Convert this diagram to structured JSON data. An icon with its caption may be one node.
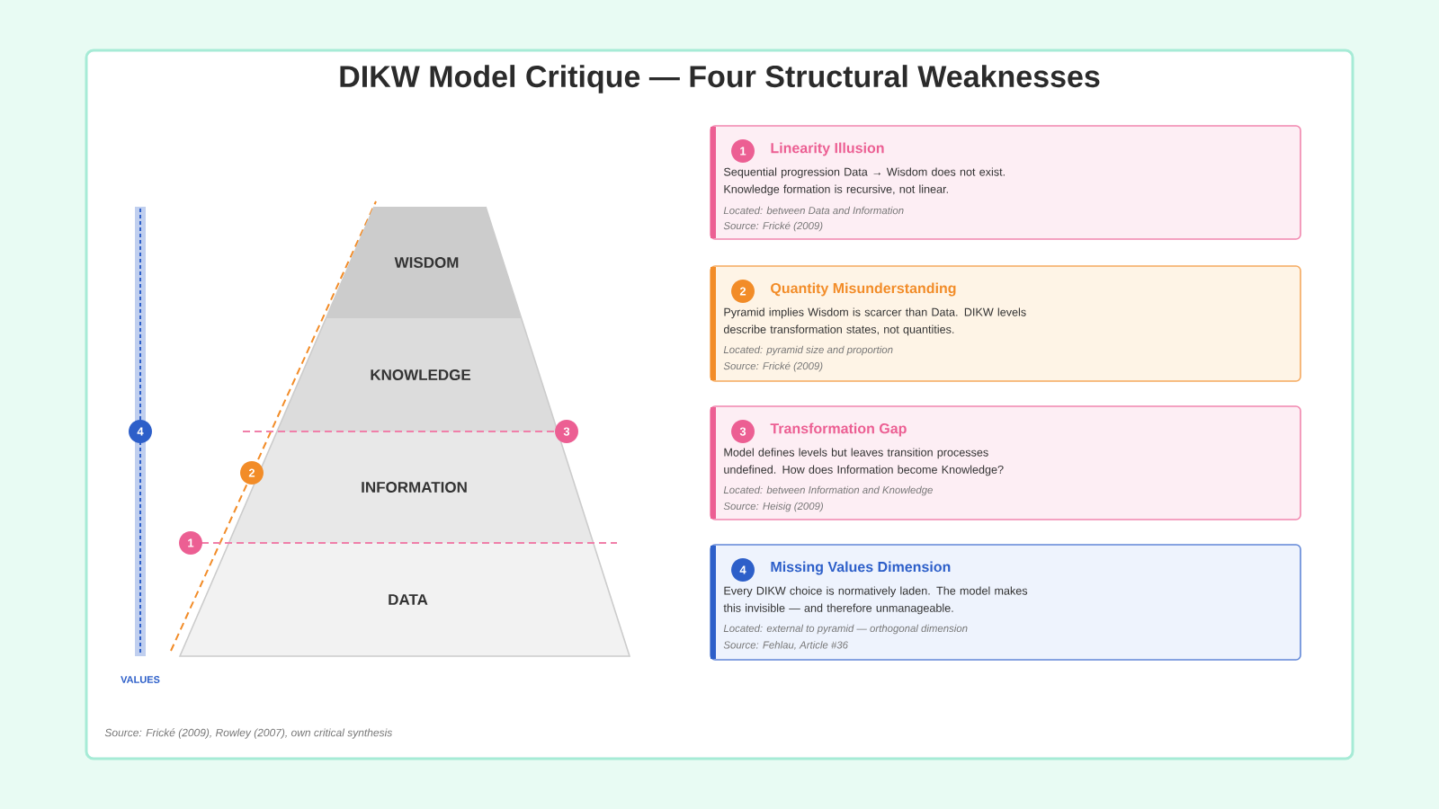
{
  "diagram": {
    "title": "DIKW Model Critique — Four Structural Weaknesses",
    "nodes": [
      {
        "text": [
          "WISDOM"
        ]
      },
      {
        "text": [
          "KNOWLEDGE"
        ]
      },
      {
        "text": [
          "INFORMATION"
        ]
      },
      {
        "text": [
          "DATA"
        ]
      },
      {
        "text": [
          "1"
        ]
      },
      {
        "text": [
          "2"
        ]
      },
      {
        "text": [
          "3"
        ]
      },
      {
        "text": [
          "4"
        ]
      },
      {
        "text": [
          "1",
          "Linearity Illusion",
          "Sequential progression Data → Wisdom does not exist. Knowledge formation is recursive, not linear.",
          "Located: between Data and Information",
          "Source: Frické (2009)"
        ]
      },
      {
        "text": [
          "2",
          "Quantity Misunderstanding",
          "Pyramid implies Wisdom is scarcer than Data. DIKW levels describe transformation states, not quantities.",
          "Located: pyramid size and proportion",
          "Source: Frické (2009)"
        ]
      },
      {
        "text": [
          "3",
          "Transformation Gap",
          "Model defines levels but leaves transition processes undefined. How does Information become Knowledge?",
          "Located: between Information and Knowledge",
          "Source: Heisig (2009)"
        ]
      },
      {
        "text": [
          "4",
          "Missing Values Dimension",
          "Every DIKW choice is normatively laden. The model makes this invisible — and therefore unmanageable.",
          "Located: external to pyramid — orthogonal dimension",
          "Source: Fehlau, Article #36"
        ]
      }
    ],
    "labels": [
      "VALUES",
      "Source: Frické (2009), Rowley (2007), own critical synthesis"
    ]
  }
}
